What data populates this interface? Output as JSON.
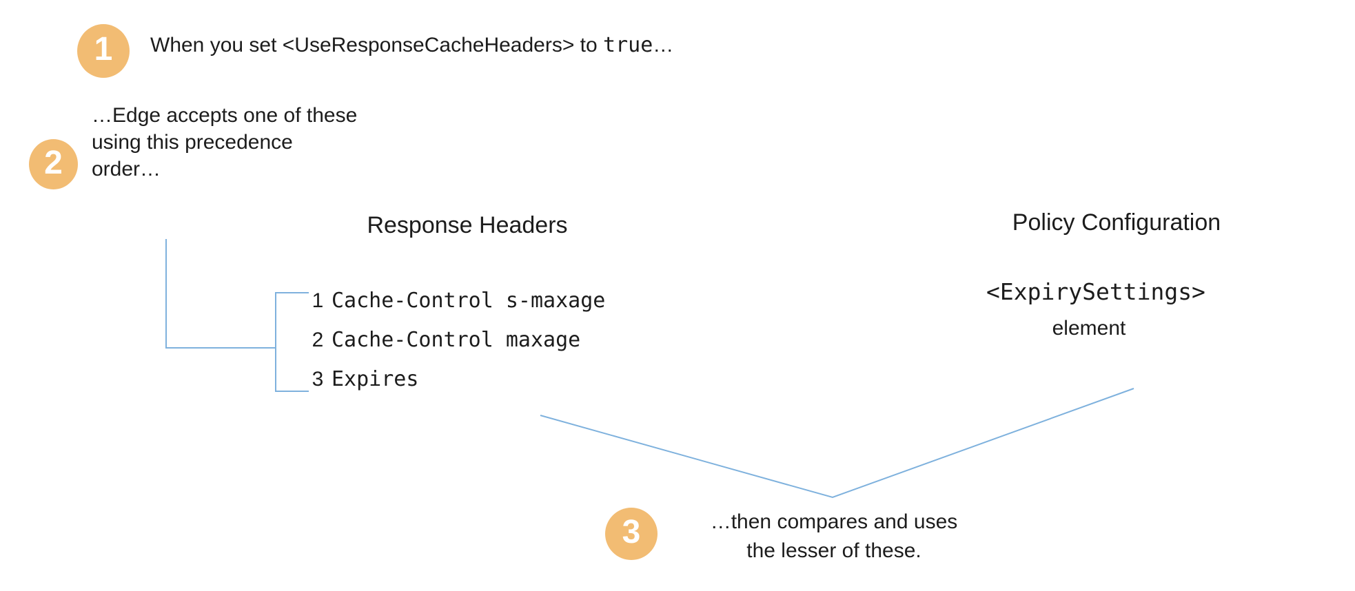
{
  "canvas": {
    "background": "#ffffff"
  },
  "colors": {
    "badge_orange": "#F2BC73",
    "connector_blue": "#7EB1DD",
    "text": "#1c1c1c",
    "badge_number": "#ffffff"
  },
  "steps": {
    "step1": {
      "number": "1",
      "text_before": "When you set <UseResponseCacheHeaders> to ",
      "code": "true",
      "text_after": "…"
    },
    "step2": {
      "number": "2",
      "lines": [
        "…Edge accepts one of these",
        "using this precedence",
        "order…"
      ]
    },
    "step3": {
      "number": "3",
      "lines": [
        "…then compares and uses",
        "the lesser of these."
      ]
    }
  },
  "response_headers": {
    "title": "Response Headers",
    "items": [
      {
        "rank": "1",
        "value": "Cache-Control s-maxage"
      },
      {
        "rank": "2",
        "value": "Cache-Control maxage"
      },
      {
        "rank": "3",
        "value": "Expires"
      }
    ]
  },
  "policy_configuration": {
    "title": "Policy Configuration",
    "code": "<ExpirySettings>",
    "label": "element"
  }
}
